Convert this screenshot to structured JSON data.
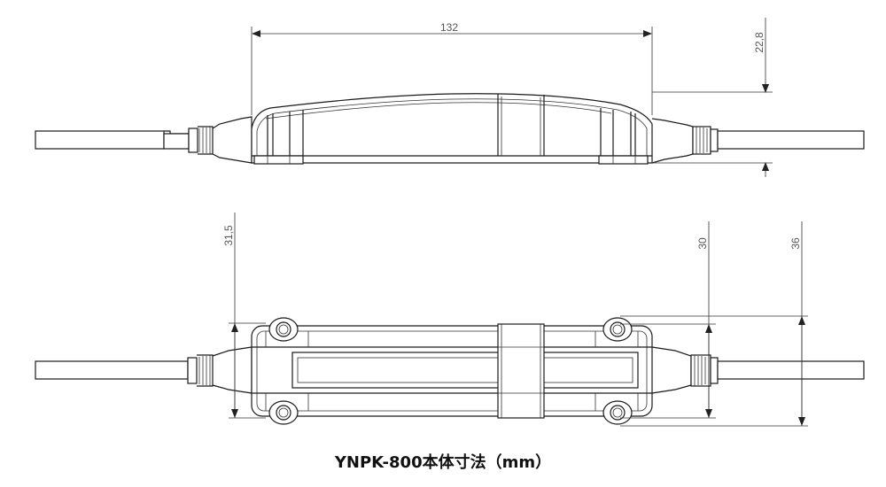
{
  "caption": "YNPK-800本体寸法（mm）",
  "dimensions": {
    "length": "132",
    "height": "22,8",
    "width_body": "31,5",
    "width_inner": "30",
    "width_outer": "36"
  }
}
